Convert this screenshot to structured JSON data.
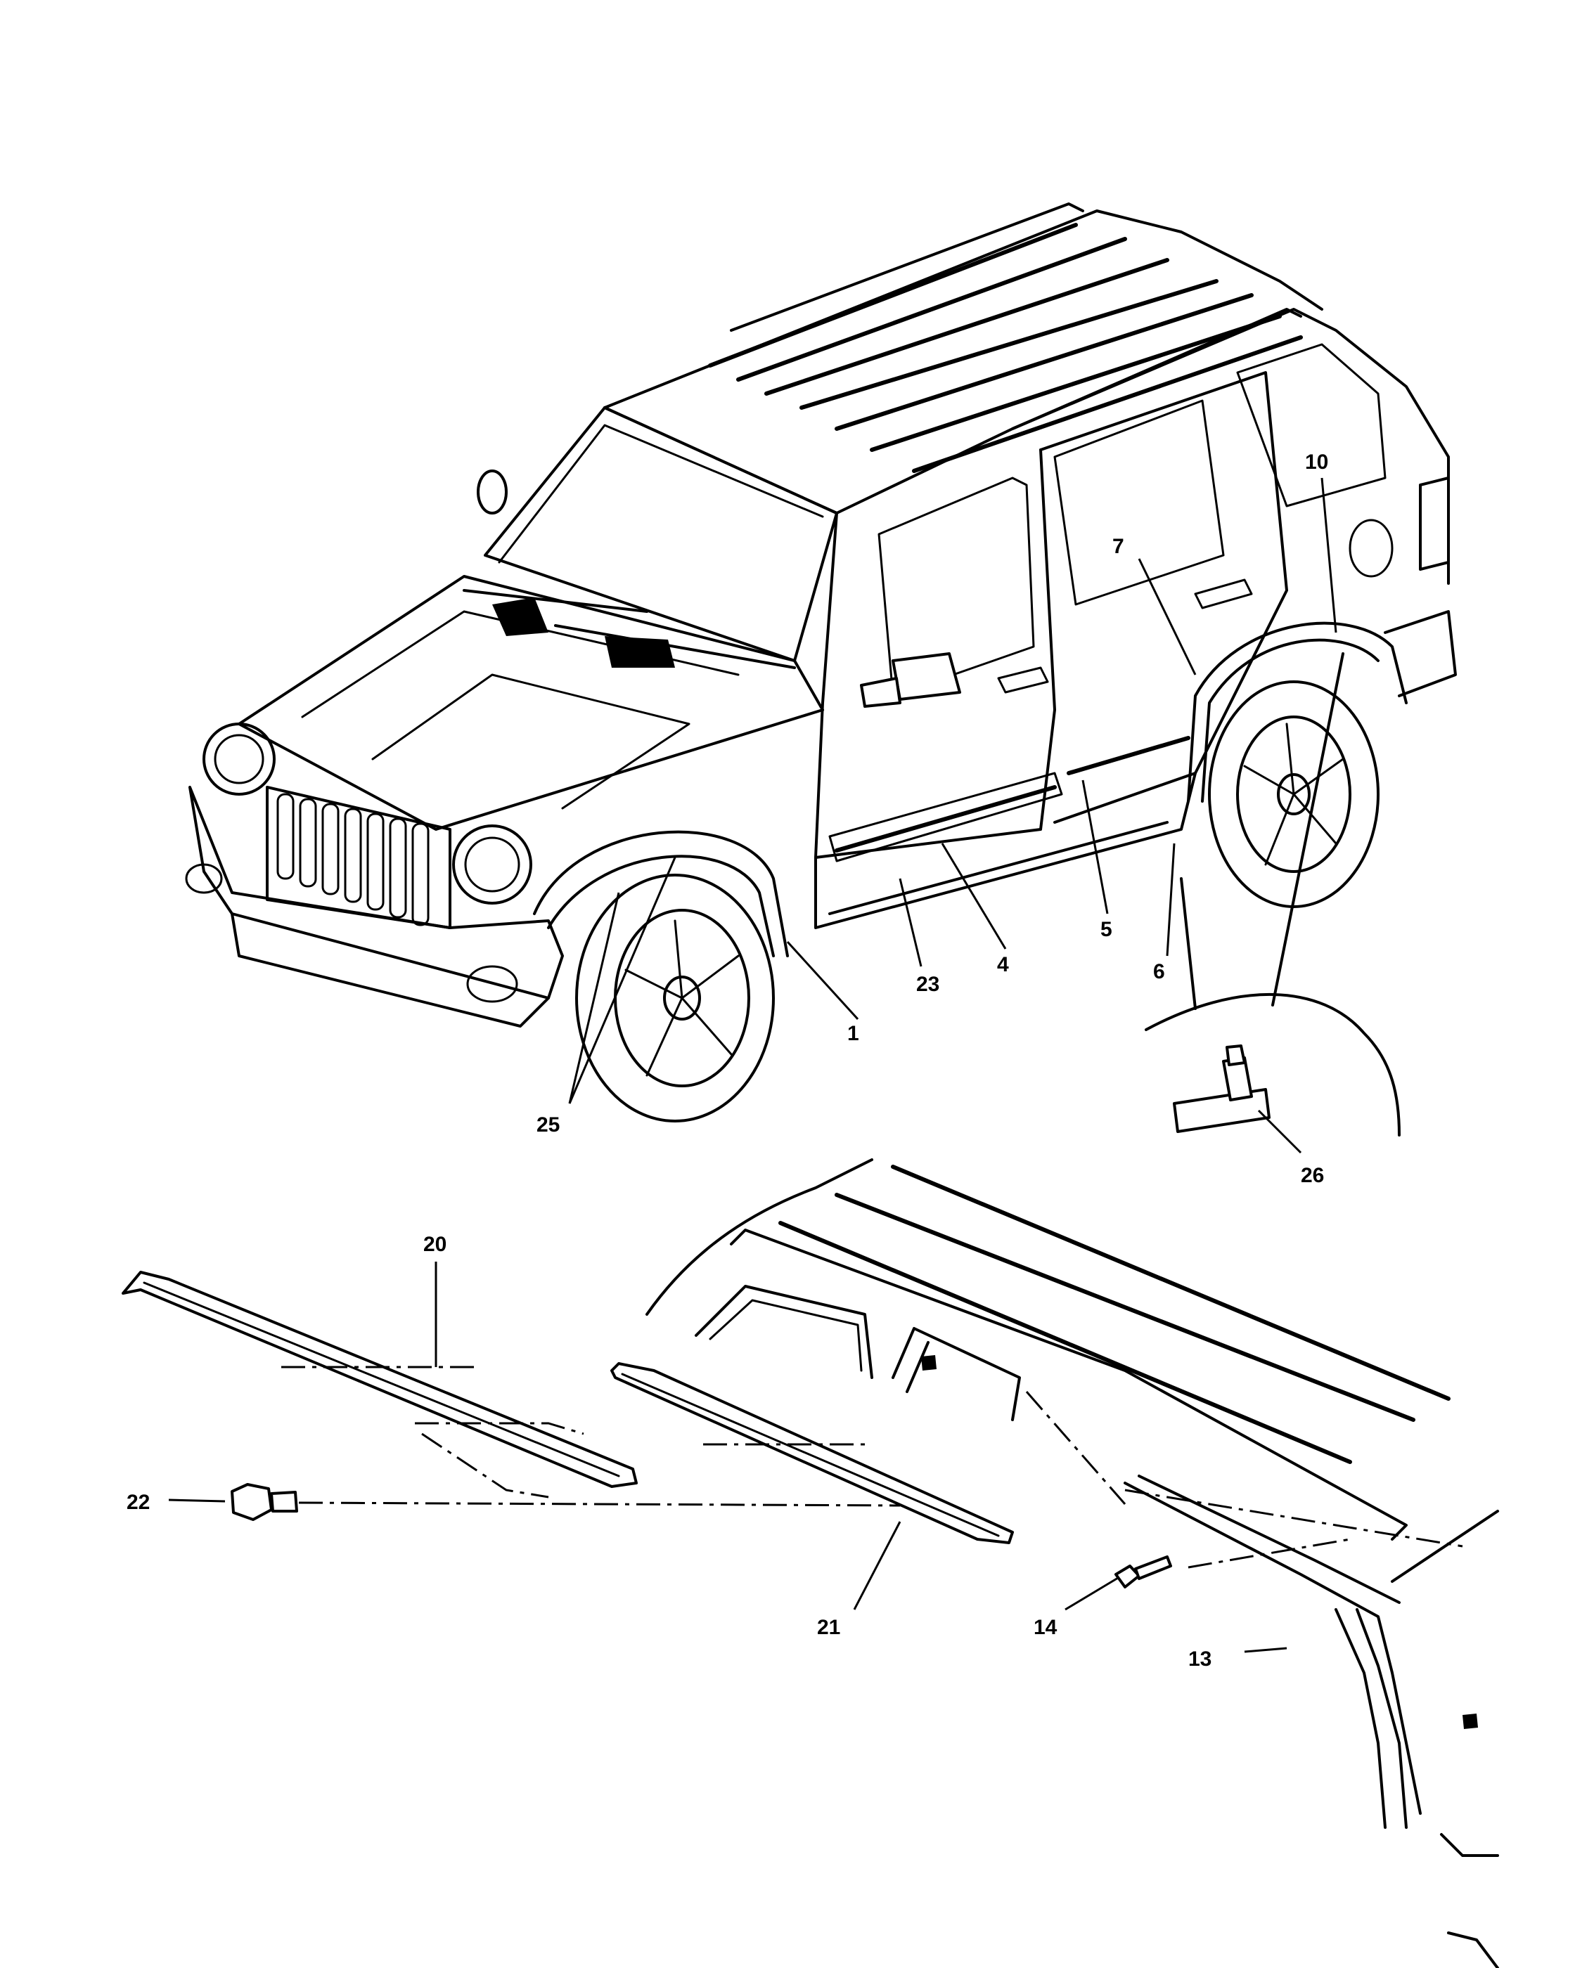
{
  "callouts": [
    {
      "id": "c1",
      "text": "1"
    },
    {
      "id": "c4",
      "text": "4"
    },
    {
      "id": "c5",
      "text": "5"
    },
    {
      "id": "c6",
      "text": "6"
    },
    {
      "id": "c7",
      "text": "7"
    },
    {
      "id": "c10",
      "text": "10"
    },
    {
      "id": "c13",
      "text": "13"
    },
    {
      "id": "c14",
      "text": "14"
    },
    {
      "id": "c20",
      "text": "20"
    },
    {
      "id": "c21",
      "text": "21"
    },
    {
      "id": "c22",
      "text": "22"
    },
    {
      "id": "c23",
      "text": "23"
    },
    {
      "id": "c25",
      "text": "25"
    },
    {
      "id": "c26",
      "text": "26"
    }
  ]
}
